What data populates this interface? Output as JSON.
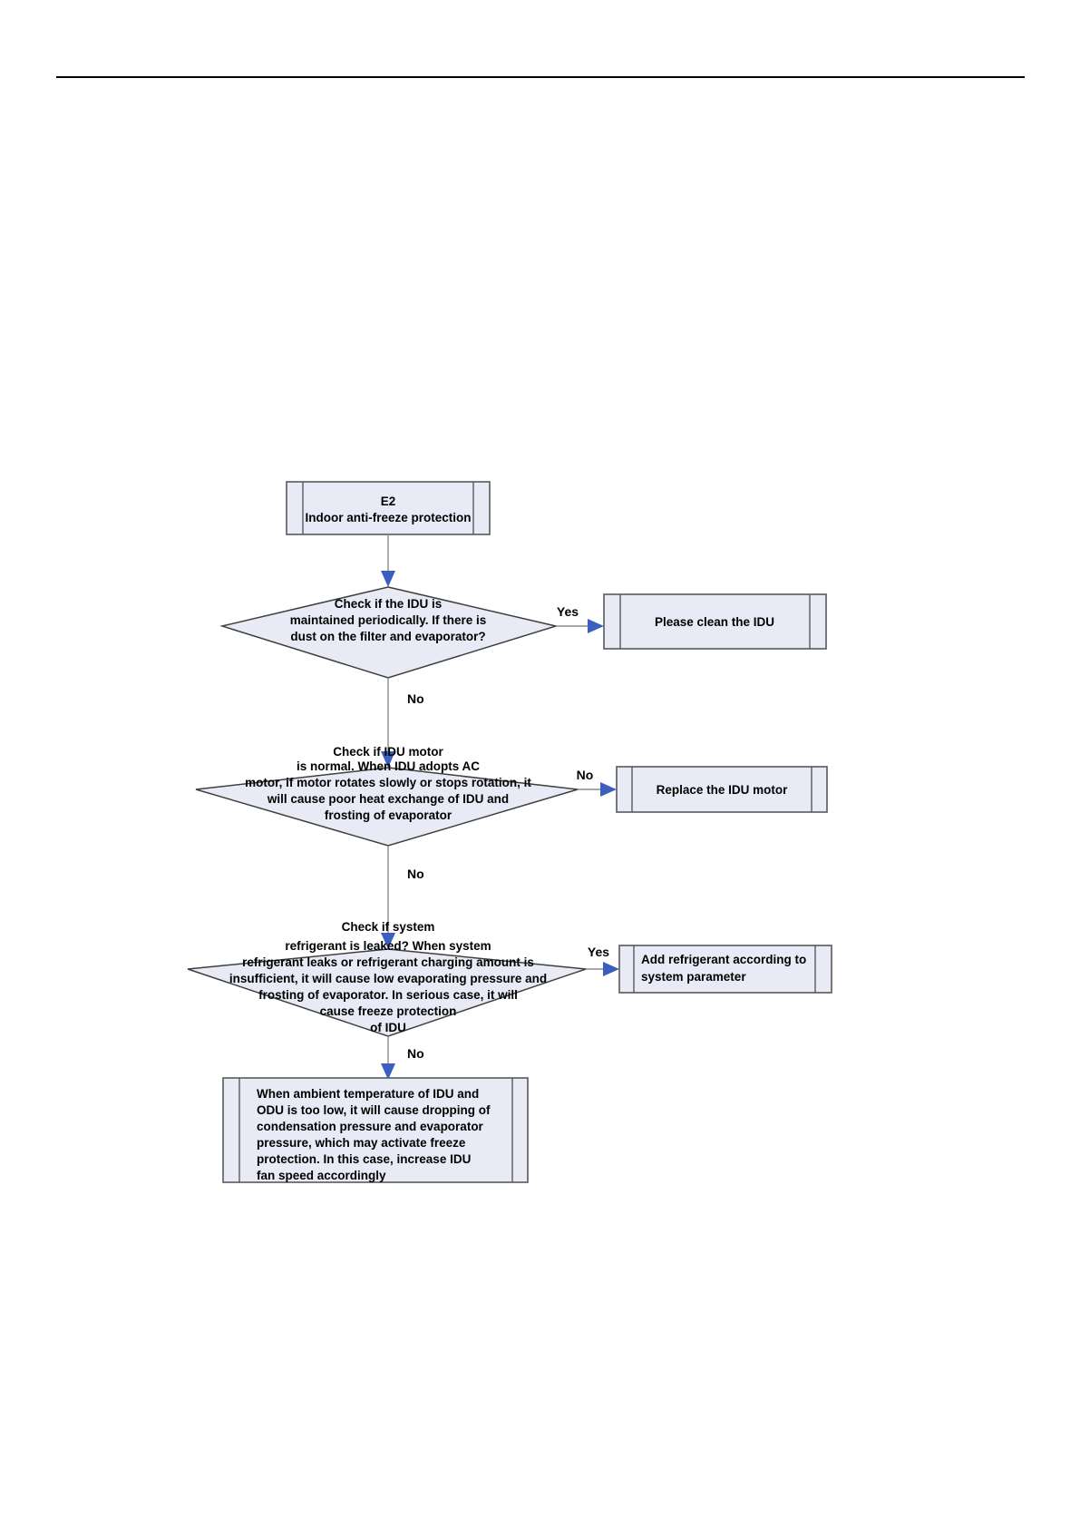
{
  "page": {
    "header_rule": true,
    "background_color": "#ffffff"
  },
  "flowchart": {
    "title": "E2 Indoor anti-freeze protection troubleshooting",
    "colors": {
      "shape_fill": "#e8ebf5",
      "shape_stroke": "#58595b",
      "diamond_stroke": "#3f3f3f",
      "arrow_color": "#3a5fbe",
      "connector_color": "#8a8a8a",
      "text_color": "#000000"
    },
    "nodes": [
      {
        "id": "start",
        "type": "predefined-process",
        "lines": [
          "E2",
          "Indoor anti-freeze protection"
        ],
        "align": "center"
      },
      {
        "id": "decision-maintenance",
        "type": "decision",
        "lines": [
          "Check if the IDU is",
          "maintained periodically. If there is",
          "dust on the filter and evaporator?"
        ],
        "align": "center"
      },
      {
        "id": "action-clean-idu",
        "type": "predefined-process",
        "lines": [
          "Please clean the IDU"
        ],
        "align": "center"
      },
      {
        "id": "decision-motor",
        "type": "decision",
        "lines": [
          "Check if IDU motor",
          "is normal. When IDU adopts AC",
          "motor, if motor rotates slowly or stops rotation, it",
          "will cause poor heat exchange of IDU and",
          "frosting of evaporator"
        ],
        "align": "center"
      },
      {
        "id": "action-replace-motor",
        "type": "predefined-process",
        "lines": [
          "Replace the IDU motor"
        ],
        "align": "center"
      },
      {
        "id": "decision-refrigerant",
        "type": "decision",
        "lines": [
          "Check if system",
          "refrigerant is leaked? When system",
          "refrigerant leaks or refrigerant charging amount is",
          "insufficient, it will cause low evaporating pressure and",
          "frosting of evaporator. In serious case, it will",
          "cause freeze protection",
          "of IDU"
        ],
        "align": "center"
      },
      {
        "id": "action-add-refrigerant",
        "type": "predefined-process",
        "lines": [
          "Add refrigerant according to",
          "system parameter"
        ],
        "align": "left"
      },
      {
        "id": "note-ambient-temperature",
        "type": "predefined-process",
        "lines": [
          "When ambient temperature of IDU and",
          "ODU is too low, it will cause dropping of",
          "condensation pressure and evaporator",
          "pressure, which may activate freeze",
          "protection. In this case, increase IDU",
          "fan speed accordingly"
        ],
        "align": "left"
      }
    ],
    "edges": [
      {
        "id": "edge-start-to-maintenance",
        "label": "",
        "from": "start",
        "to": "decision-maintenance"
      },
      {
        "id": "edge-maintenance-yes",
        "label": "Yes",
        "from": "decision-maintenance",
        "to": "action-clean-idu"
      },
      {
        "id": "edge-maintenance-no",
        "label": "No",
        "from": "decision-maintenance",
        "to": "decision-motor"
      },
      {
        "id": "edge-motor-no-right",
        "label": "No",
        "from": "decision-motor",
        "to": "action-replace-motor"
      },
      {
        "id": "edge-motor-no-down",
        "label": "No",
        "from": "decision-motor",
        "to": "decision-refrigerant"
      },
      {
        "id": "edge-refrigerant-yes",
        "label": "Yes",
        "from": "decision-refrigerant",
        "to": "action-add-refrigerant"
      },
      {
        "id": "edge-refrigerant-no",
        "label": "No",
        "from": "decision-refrigerant",
        "to": "note-ambient-temperature"
      }
    ]
  }
}
